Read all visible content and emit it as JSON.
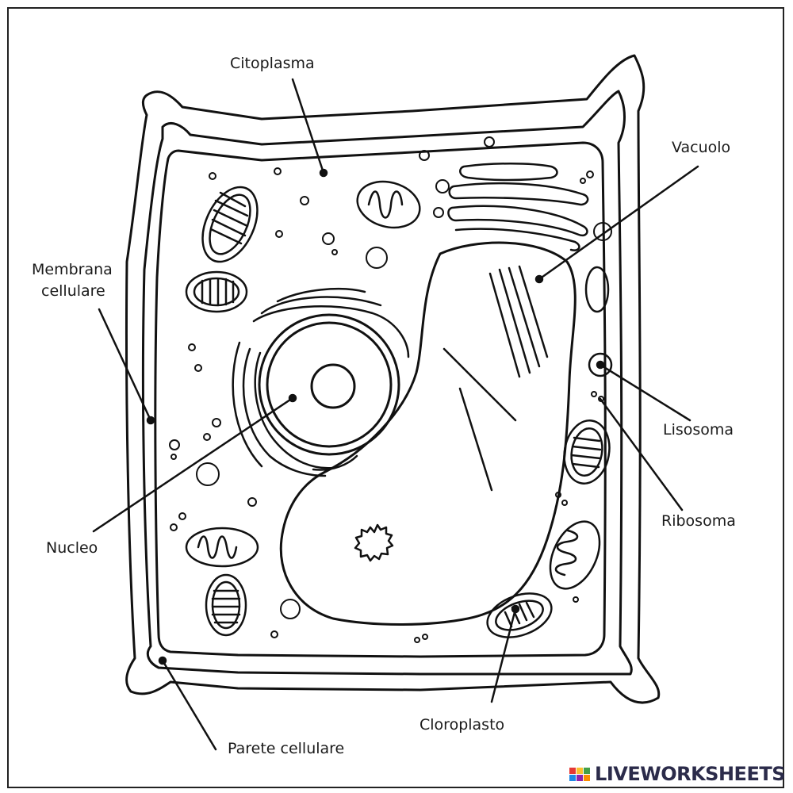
{
  "labels": {
    "citoplasma": "Citoplasma",
    "vacuolo": "Vacuolo",
    "membrana_line1": "Membrana",
    "membrana_line2": "cellulare",
    "lisosoma": "Lisosoma",
    "ribosoma": "Ribosoma",
    "nucleo": "Nucleo",
    "cloroplasto": "Cloroplasto",
    "parete": "Parete cellulare"
  },
  "watermark": {
    "text": "LIVEWORKSHEETS",
    "colors": [
      "#e53935",
      "#fbc02d",
      "#43a047",
      "#1e88e5",
      "#8e24aa",
      "#fb8c00"
    ]
  }
}
